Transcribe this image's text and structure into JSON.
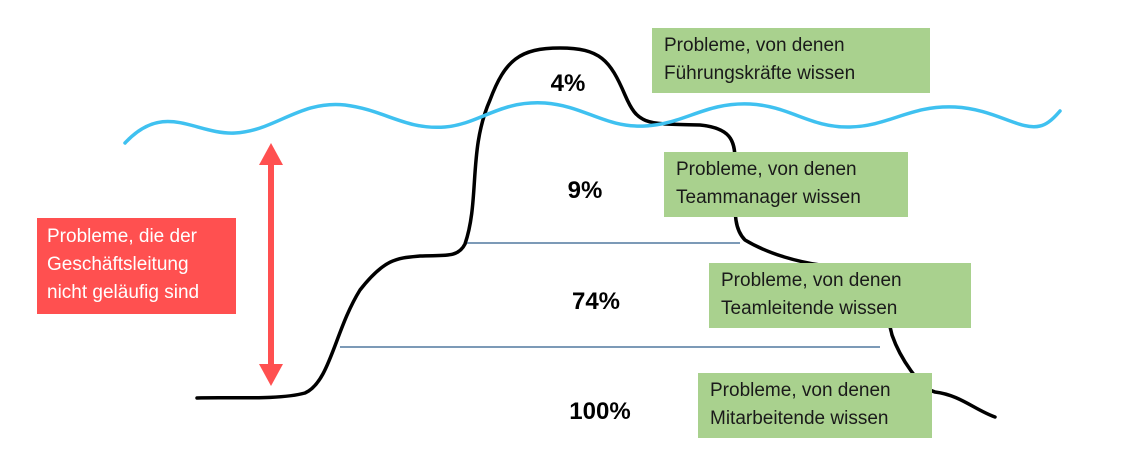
{
  "colors": {
    "water": "#3fc1f0",
    "iceberg_outline": "#000000",
    "level_line": "#2f5d8c",
    "green_box": "#a9d18e",
    "red_box": "#ff5050",
    "arrow": "#ff5050"
  },
  "levels": [
    {
      "percent": "4%",
      "label_line1": "Probleme, von denen",
      "label_line2": "Führungskräfte wissen"
    },
    {
      "percent": "9%",
      "label_line1": "Probleme, von denen",
      "label_line2": "Teammanager wissen"
    },
    {
      "percent": "74%",
      "label_line1": "Probleme, von denen",
      "label_line2": "Teamleitende wissen"
    },
    {
      "percent": "100%",
      "label_line1": "Probleme, von denen",
      "label_line2": "Mitarbeitende wissen"
    }
  ],
  "hidden_problems": {
    "line1": "Probleme, die der",
    "line2": "Geschäftsleitung",
    "line3": "nicht geläufig sind"
  }
}
